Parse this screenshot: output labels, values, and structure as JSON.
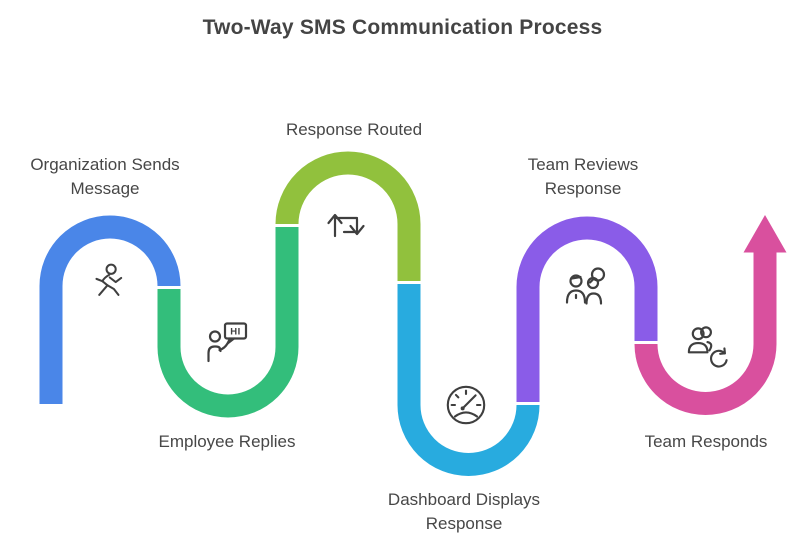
{
  "title": "Two-Way SMS Communication Process",
  "icon_color": "#3F3F3F",
  "bubble_text": "HI",
  "flow": {
    "shape": "s-curve-snake",
    "end_marker": "up-arrow"
  },
  "steps": [
    {
      "label": "Organization Sends Message",
      "icon": "runner-icon",
      "color": "#4A86E8"
    },
    {
      "label": "Employee Replies",
      "icon": "person-greeting-icon",
      "color": "#33BE7B"
    },
    {
      "label": "Response Routed",
      "icon": "repeat-arrows-icon",
      "color": "#91C13D"
    },
    {
      "label": "Dashboard Displays Response",
      "icon": "gauge-icon",
      "color": "#28ABDF"
    },
    {
      "label": "Team Reviews Response",
      "icon": "team-review-icon",
      "color": "#8A5CE8"
    },
    {
      "label": "Team Responds",
      "icon": "team-refresh-icon",
      "color": "#D9509E"
    }
  ]
}
